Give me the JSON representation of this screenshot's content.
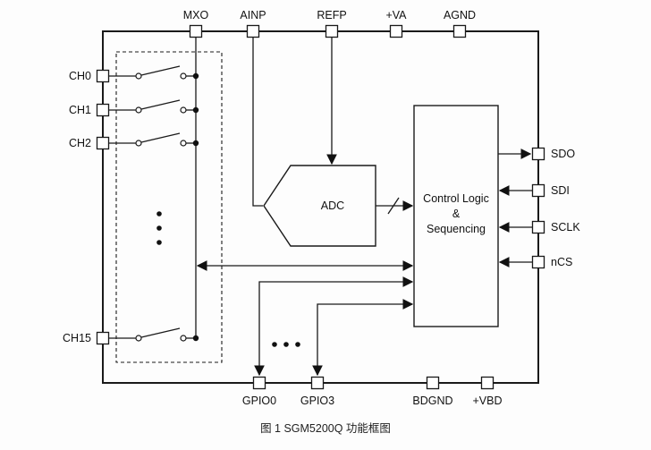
{
  "figure": {
    "caption": "图 1 SGM5200Q 功能框图"
  },
  "chip": {
    "name": "SGM5200Q",
    "pins": {
      "top": [
        "MXO",
        "AINP",
        "REFP",
        "+VA",
        "AGND"
      ],
      "left": [
        "CH0",
        "CH1",
        "CH2",
        "CH15"
      ],
      "right": [
        "SDO",
        "SDI",
        "SCLK",
        "nCS"
      ],
      "bottom": [
        "GPIO0",
        "GPIO3",
        "BDGND",
        "+VBD"
      ]
    },
    "blocks": {
      "adc": {
        "label": "ADC"
      },
      "control": {
        "line1": "Control Logic",
        "line2": "&",
        "line3": "Sequencing"
      }
    },
    "colors": {
      "line": "#1a1a1a",
      "background": "#fdfdfd"
    }
  }
}
